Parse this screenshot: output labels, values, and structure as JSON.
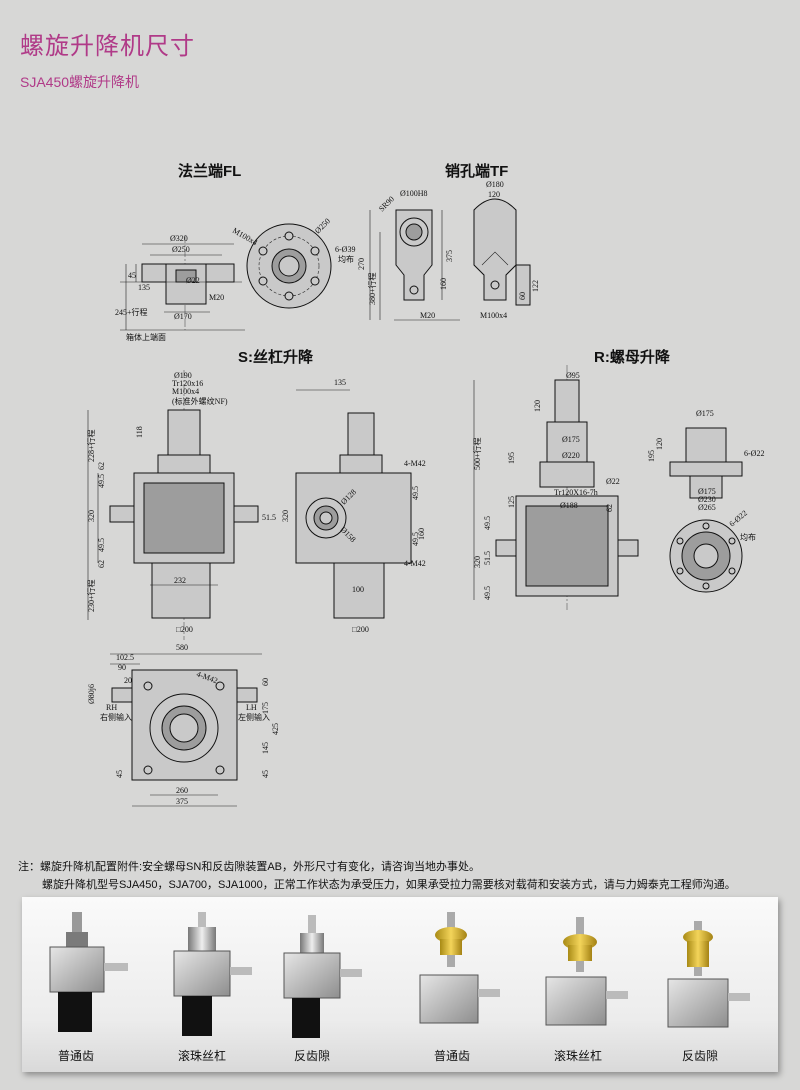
{
  "header": {
    "title": "螺旋升降机尺寸",
    "subtitle": "SJA450螺旋升降机"
  },
  "sections": {
    "fl": "法兰端FL",
    "tf": "销孔端TF",
    "s": "S:丝杠升降",
    "r": "R:螺母升降"
  },
  "fl_dims": [
    "Ø320",
    "Ø250",
    "Ø170",
    "M20",
    "45",
    "135",
    "245+行程",
    "Ø22",
    "M100x4",
    "Ø250",
    "6-Ø39",
    "均布",
    "箱体上端面"
  ],
  "tf_dims": [
    "Ø100H8",
    "Ø180",
    "120",
    "SR90",
    "270",
    "375",
    "380+行程",
    "160",
    "60",
    "122",
    "M20",
    "M100x4"
  ],
  "s_dims": [
    "Ø190",
    "Tr120x16",
    "M100x4",
    "(标准外螺纹NF)",
    "118",
    "228+行程",
    "49.5",
    "62",
    "320",
    "62",
    "49.5",
    "230+行程",
    "232",
    "□200",
    "135",
    "4-M42",
    "49.5",
    "Ø128",
    "Ø158",
    "51.5",
    "160",
    "49.5",
    "320",
    "4-M42",
    "100",
    "□200"
  ],
  "r_dims": [
    "Ø95",
    "120",
    "Ø175",
    "Ø220",
    "195",
    "500+行程",
    "125",
    "Tr120X16-7h",
    "Ø188",
    "62",
    "49.5",
    "320",
    "51.5",
    "49.5",
    "Ø22",
    "Ø175",
    "120",
    "195",
    "6-Ø22",
    "Ø175",
    "Ø230",
    "Ø265",
    "6-Ø22",
    "均布"
  ],
  "top_dims": [
    "580",
    "102.5",
    "90",
    "20",
    "Ø80j6",
    "RH",
    "右侧输入",
    "4-M42",
    "60",
    "LH",
    "左侧输入",
    "175",
    "425",
    "145",
    "45",
    "45",
    "260",
    "375"
  ],
  "notes": [
    "注：螺旋升降机配置附件:安全螺母SN和反齿隙装置AB，外形尺寸有变化，请咨询当地办事处。",
    "螺旋升降机型号SJA450，SJA700，SJA1000，正常工作状态为承受压力，如果承受拉力需要核对载荷和安装方式，请与力姆泰克工程师沟通。"
  ],
  "products": [
    {
      "label": "普通齿",
      "nut": "gray",
      "base": "black"
    },
    {
      "label": "滚珠丝杠",
      "nut": "silver",
      "base": "black"
    },
    {
      "label": "反齿隙",
      "nut": "silver",
      "base": "black"
    },
    {
      "label": "普通齿",
      "nut": "gold",
      "base": "none"
    },
    {
      "label": "滚珠丝杠",
      "nut": "gold",
      "base": "none"
    },
    {
      "label": "反齿隙",
      "nut": "gold",
      "base": "none"
    }
  ]
}
